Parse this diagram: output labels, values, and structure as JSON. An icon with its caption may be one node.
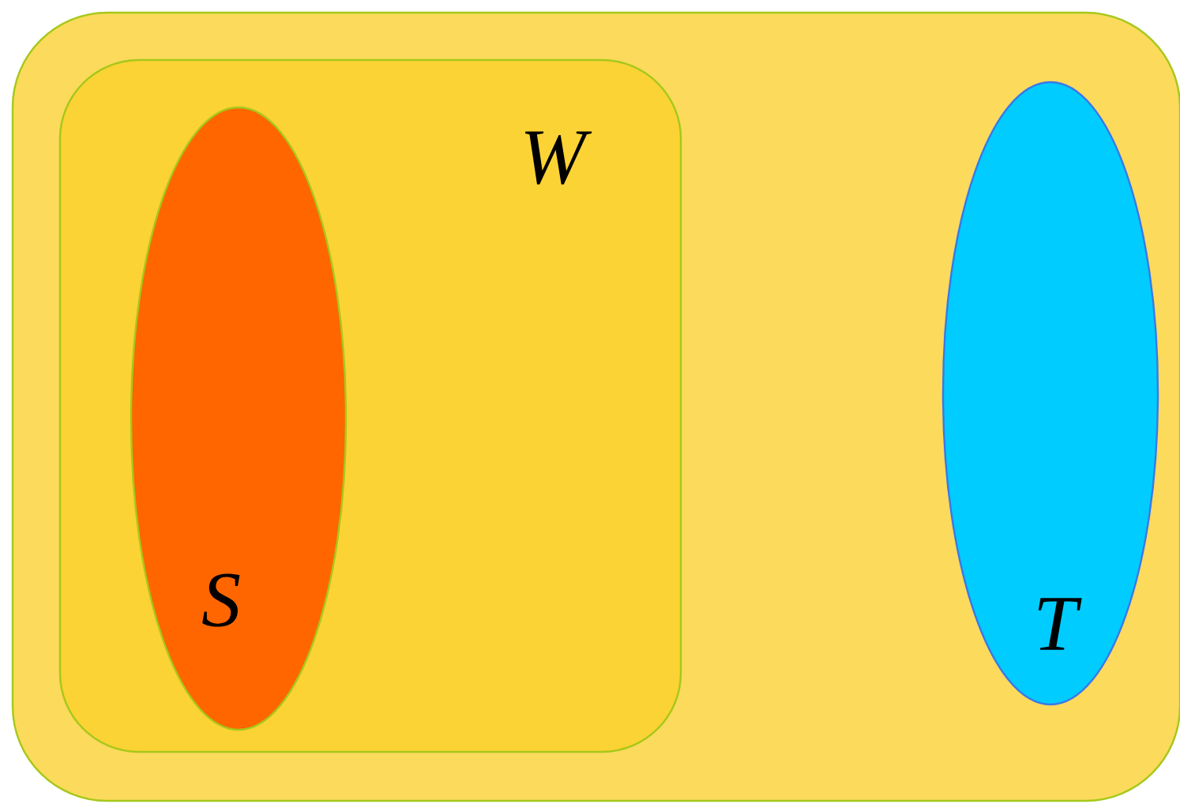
{
  "diagram": {
    "nodes": [
      {
        "text": [],
        "shape": "box"
      },
      {
        "text": [
          "W"
        ],
        "in": 0
      },
      {
        "text": [
          "S"
        ],
        "in": 1
      },
      {
        "text": [
          "T"
        ],
        "in": 0
      }
    ]
  }
}
